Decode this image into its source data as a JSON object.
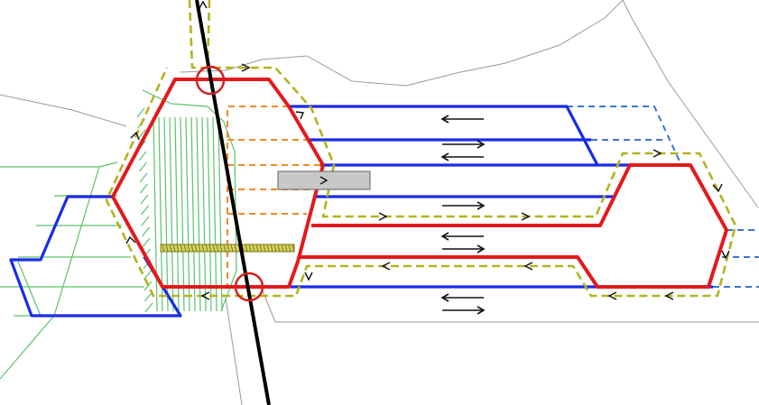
{
  "colors": {
    "background": "#ffffff",
    "boundary": "#9a9a9a",
    "green_tracks": "#5cc26a",
    "red_track": "#e3191c",
    "blue_track": "#1a2be8",
    "blue_dashed": "#3a76d6",
    "orange_dashed": "#f08a24",
    "olive_dashed": "#b4b21e",
    "main_line": "#000000",
    "circle": "#d42020",
    "platform_fill": "#c8c8c8",
    "platform_stroke": "#606060",
    "hatch_fill": "#d7d35a",
    "hatch_stroke": "#7a7a20"
  },
  "direction_markers": [
    {
      "id": "track-1",
      "arrows": [
        "left"
      ]
    },
    {
      "id": "track-2",
      "arrows": [
        "right",
        "left"
      ]
    },
    {
      "id": "track-3",
      "arrows": [
        "right"
      ]
    },
    {
      "id": "track-4",
      "arrows": [
        "left",
        "right"
      ]
    },
    {
      "id": "track-5",
      "arrows": [
        "left",
        "right"
      ]
    }
  ],
  "legend": []
}
